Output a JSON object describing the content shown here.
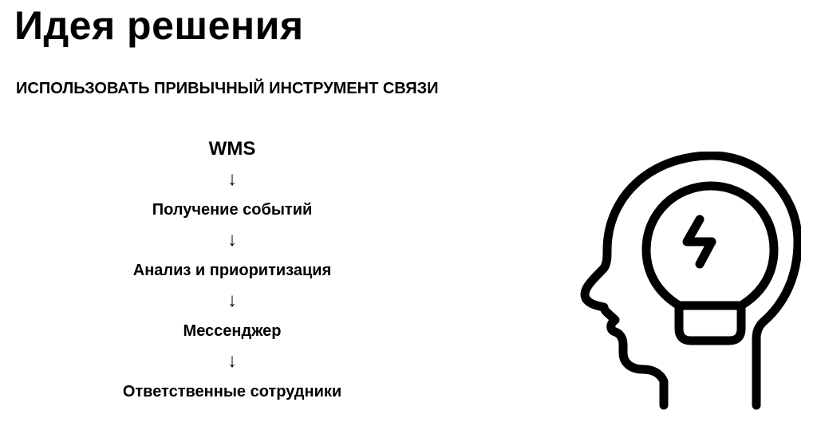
{
  "slide": {
    "title": "Идея решения",
    "subtitle": "ИСПОЛЬЗОВАТЬ ПРИВЫЧНЫЙ ИНСТРУМЕНТ СВЯЗИ"
  },
  "flow": {
    "steps": [
      "WMS",
      "Получение событий",
      "Анализ и приоритизация",
      "Мессенджер",
      "Ответственные сотрудники"
    ],
    "arrow_glyph": "↓"
  },
  "illustration": {
    "icon": "head-with-lightbulb-icon",
    "stroke_color": "#000000"
  }
}
